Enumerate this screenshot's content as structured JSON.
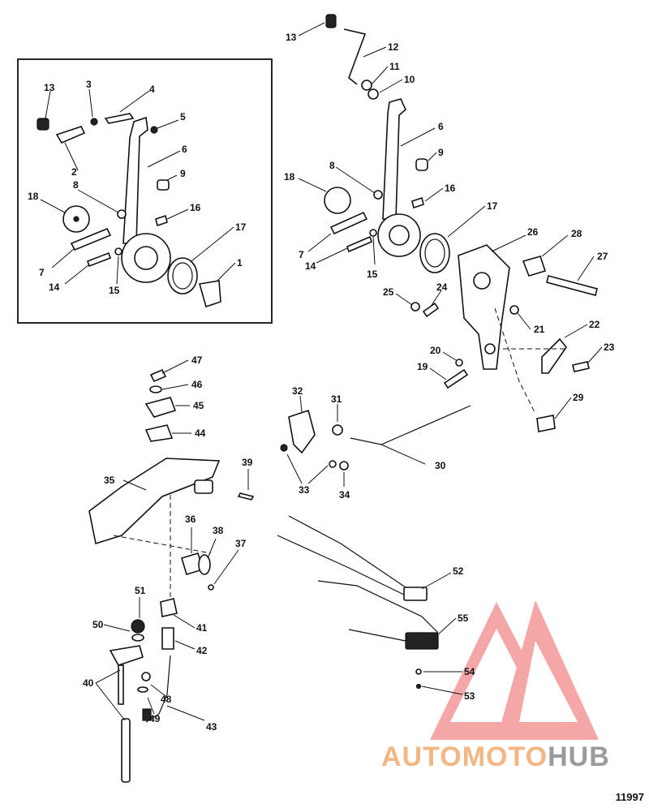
{
  "callouts": {
    "c1": "1",
    "c2": "2",
    "c3": "3",
    "c4": "4",
    "c5": "5",
    "c6": "6",
    "c7": "7",
    "c8": "8",
    "c9": "9",
    "c10": "10",
    "c11": "11",
    "c12": "12",
    "c13": "13",
    "c14": "14",
    "c15": "15",
    "c16": "16",
    "c17": "17",
    "c18": "18",
    "c19": "19",
    "c20": "20",
    "c21": "21",
    "c22": "22",
    "c23": "23",
    "c24": "24",
    "c25": "25",
    "c26": "26",
    "c27": "27",
    "c28": "28",
    "c29": "29",
    "c30": "30",
    "c31": "31",
    "c32": "32",
    "c33": "33",
    "c34": "34",
    "c35": "35",
    "c36": "36",
    "c37": "37",
    "c38": "38",
    "c39": "39",
    "c40": "40",
    "c41": "41",
    "c42": "42",
    "c43": "43",
    "c44": "44",
    "c45": "45",
    "c46": "46",
    "c47": "47",
    "c48": "48",
    "c49": "49",
    "c50": "50",
    "c51": "51",
    "c52": "52",
    "c53": "53",
    "c54": "54",
    "c55": "55"
  },
  "figure_number": "11997",
  "watermark": {
    "part1": "AUTO",
    "part2": "MOTO",
    "part3": "HUB",
    "color_red": "#f28a8a",
    "color_orange": "#f4b784",
    "color_gray": "#9b9b9b"
  }
}
